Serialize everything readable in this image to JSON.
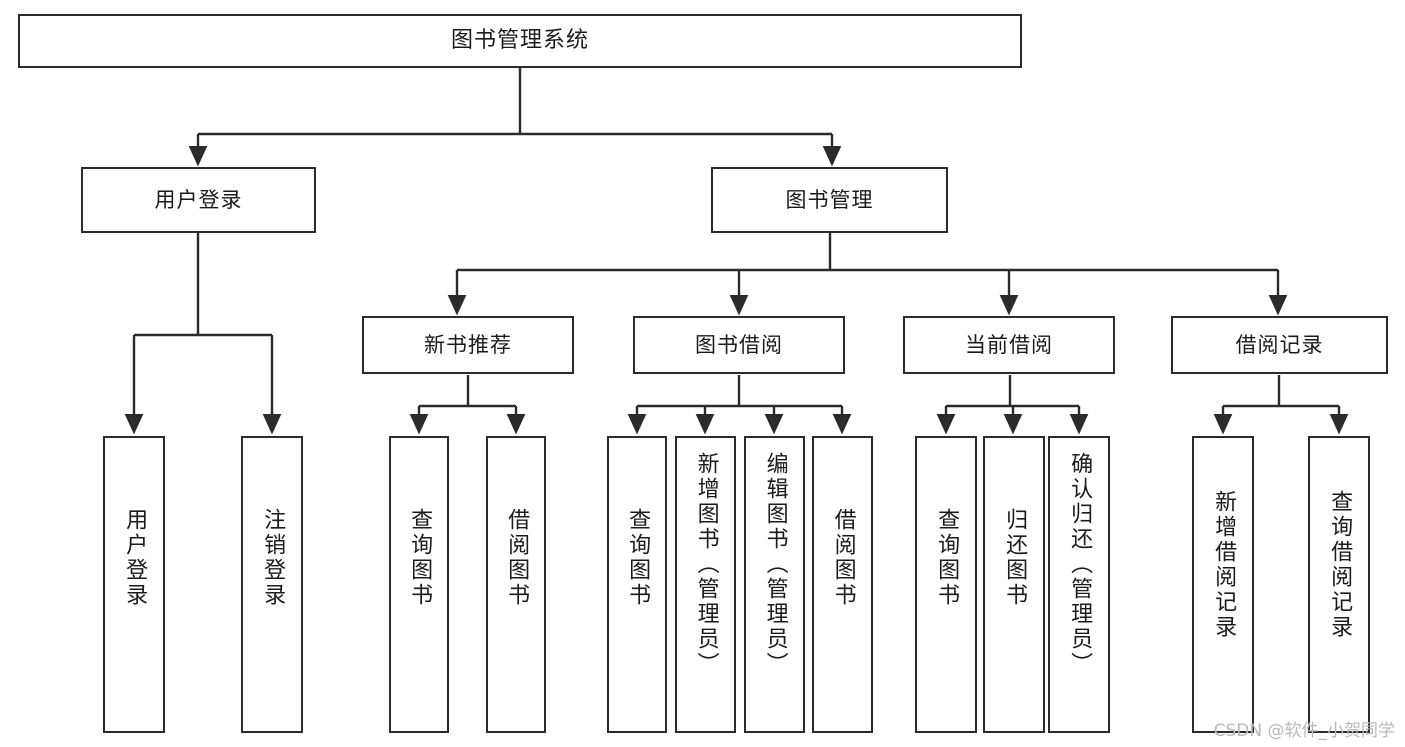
{
  "diagram": {
    "title": "图书管理系统",
    "root": {
      "label": "图书管理系统"
    },
    "level2": [
      {
        "label": "用户登录"
      },
      {
        "label": "图书管理"
      }
    ],
    "level3": [
      {
        "label": "新书推荐"
      },
      {
        "label": "图书借阅"
      },
      {
        "label": "当前借阅"
      },
      {
        "label": "借阅记录"
      }
    ],
    "leaves": {
      "user_login": [
        {
          "label": "用户登录"
        },
        {
          "label": "注销登录"
        }
      ],
      "new_book": [
        {
          "label": "查询图书"
        },
        {
          "label": "借阅图书"
        }
      ],
      "book_borrow": [
        {
          "label": "查询图书"
        },
        {
          "label": "新增图书（管理员）"
        },
        {
          "label": "编辑图书（管理员）"
        },
        {
          "label": "借阅图书"
        }
      ],
      "current_borrow": [
        {
          "label": "查询图书"
        },
        {
          "label": "归还图书"
        },
        {
          "label": "确认归还（管理员）"
        }
      ],
      "borrow_record": [
        {
          "label": "新增借阅记录"
        },
        {
          "label": "查询借阅记录"
        }
      ]
    }
  },
  "watermark": {
    "text": "CSDN @软件_小贺同学"
  },
  "colors": {
    "stroke": "#2b2b2b",
    "background": "#ffffff",
    "text": "#1b1b1b",
    "watermark": "#b9b9b9"
  }
}
